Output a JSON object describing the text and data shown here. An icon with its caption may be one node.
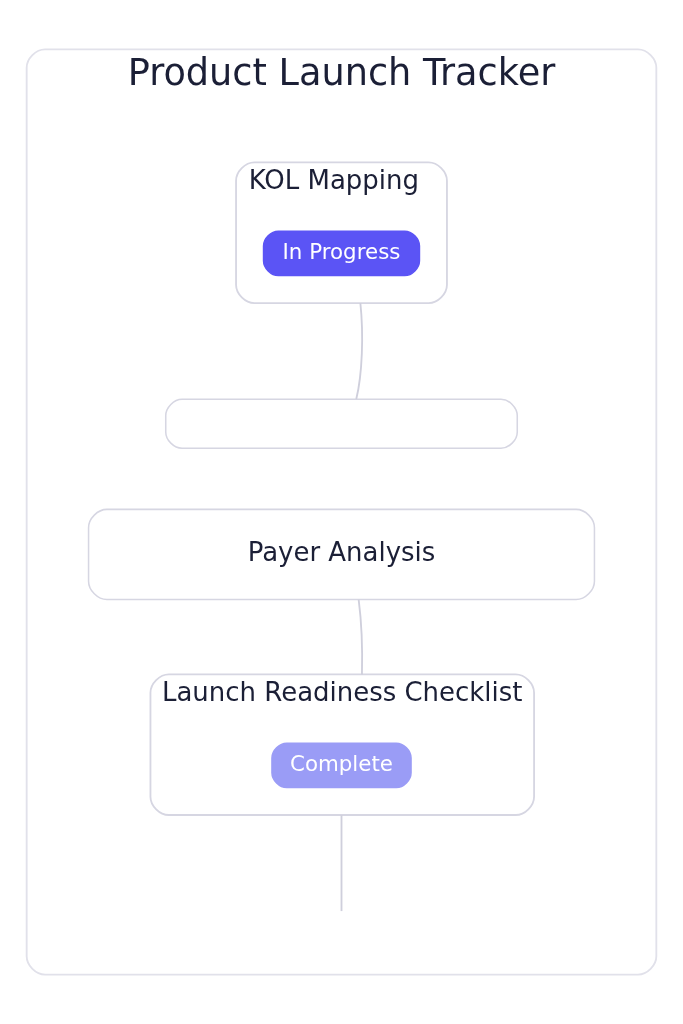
{
  "diagram": {
    "nodes": [
      {
        "text": [
          "Product Launch Tracker"
        ]
      },
      {
        "text": [
          "KOL Mapping"
        ],
        "in": 0
      },
      {
        "text": [
          "In Progress"
        ],
        "in": 1
      },
      {
        "text": [],
        "shape": "box",
        "in": 0
      },
      {
        "text": [
          "Payer Analysis"
        ],
        "in": 0
      },
      {
        "text": [
          "Launch Readiness Checklist"
        ],
        "in": 0
      },
      {
        "text": [
          "Complete"
        ],
        "in": 5
      }
    ],
    "edges": [
      {
        "from": 1,
        "to": 3,
        "arrow": "none"
      },
      {
        "from": 4,
        "to": 5,
        "arrow": "none"
      },
      {
        "from": 5,
        "to": null,
        "arrow": "none"
      }
    ]
  }
}
